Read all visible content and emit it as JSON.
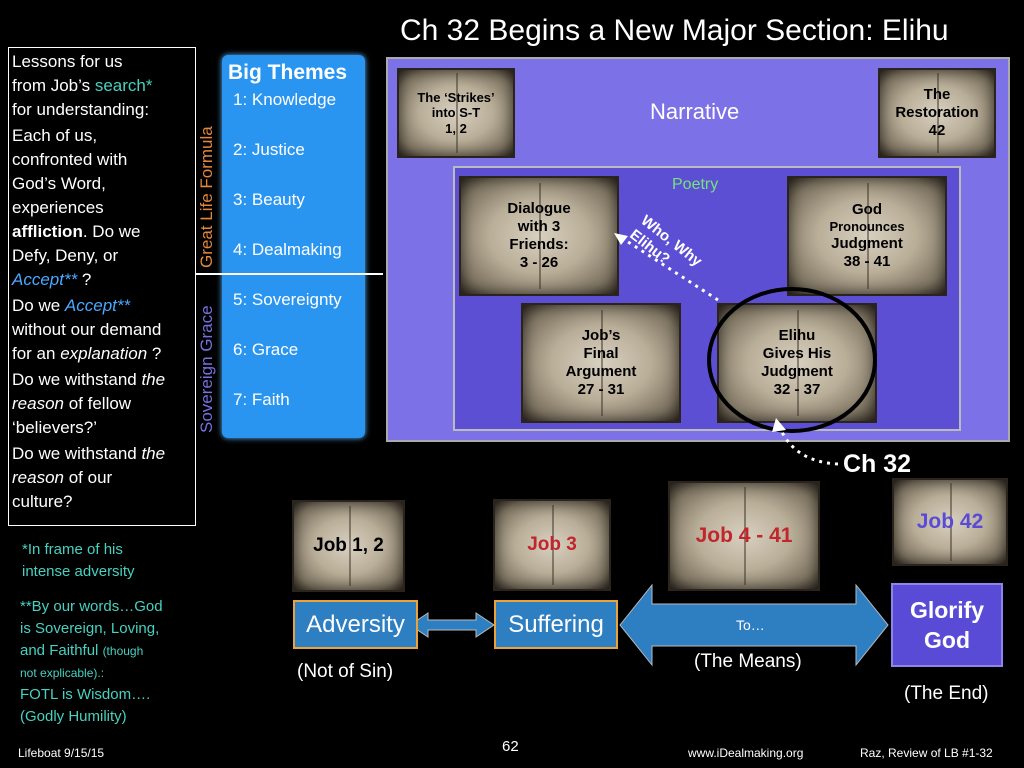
{
  "title": "Ch 32 Begins a New Major Section:  Elihu",
  "lessons": {
    "l1": "Lessons for us",
    "l2a": "from Job’s ",
    "l2b": "search*",
    "l3": "for understanding:",
    "l4": "Each of us,",
    "l5": "confronted with",
    "l6": "God’s Word,",
    "l7": "experiences",
    "l8a": "affliction",
    "l8b": ".  Do we",
    "l9": "Defy, Deny, or",
    "l10a": "Accept**",
    "l10b": " ?",
    "l11a": "Do we ",
    "l11b": "Accept**",
    "l12": "without our demand",
    "l13a": "for an ",
    "l13b": "explanation",
    "l13c": " ?",
    "l14a": "Do we withstand ",
    "l14b": "the",
    "l15a": "reason",
    "l15b": " of fellow",
    "l16": "‘believers?’",
    "l17a": "Do we withstand ",
    "l17b": "the",
    "l18a": "reason",
    "l18b": " of our",
    "l19": "culture?"
  },
  "notes": {
    "n1a": "*In frame of his",
    "n1b": "intense adversity",
    "n2a": "**By our words…God",
    "n2b": "is Sovereign, Loving,",
    "n2c": "and Faithful ",
    "n2d": "(though",
    "n2e": "not explicable).:",
    "n2f": "FOTL is Wisdom….",
    "n2g": "(Godly Humility)"
  },
  "vertical": {
    "great_life": "Great Life Formula",
    "sovereign_grace": "Sovereign Grace"
  },
  "themes": {
    "title": "Big Themes",
    "items": [
      "1: Knowledge",
      "2: Justice",
      "3: Beauty",
      "4: Dealmaking",
      "5: Sovereignty",
      "6: Grace",
      "7: Faith"
    ]
  },
  "narrative": {
    "label": "Narrative",
    "poetry": "Poetry",
    "books": {
      "strikes": [
        "The ‘Strikes’",
        "into S-T",
        "1, 2"
      ],
      "restoration": [
        "The",
        "Restoration",
        "42"
      ],
      "dialogue": [
        "Dialogue",
        "with 3",
        "Friends:",
        "3 - 26"
      ],
      "god": [
        "God",
        "Pronounces",
        "Judgment",
        "38 - 41"
      ],
      "final": [
        "Job’s",
        "Final",
        "Argument",
        "27 - 31"
      ],
      "elihu": [
        "Elihu",
        "Gives His",
        "Judgment",
        "32 - 37"
      ]
    },
    "who_why": [
      "Who, Why",
      "Elihu?"
    ]
  },
  "ch32": "Ch 32",
  "flow": {
    "job12": "Job 1, 2",
    "job3": "Job 3",
    "job441": "Job 4 - 41",
    "job42": "Job 42",
    "adversity": "Adversity",
    "suffering": "Suffering",
    "to": "To…",
    "glorify1": "Glorify",
    "glorify2": "God",
    "not_of_sin": "(Not of Sin)",
    "the_means": "(The Means)",
    "the_end": "(The End)"
  },
  "footer": {
    "left": "Lifeboat 9/15/15",
    "page": "62",
    "url": "www.iDealmaking.org",
    "right": "Raz, Review of LB #1-32"
  },
  "colors": {
    "narrative_bg": "#7c71e6",
    "poetry_bg": "#5d4fd3",
    "themes_bg": "#2a95f0",
    "flow_box": "#2e7ec2",
    "flow_border": "#e8a33a",
    "glorify_bg": "#5a4bd6",
    "teal_text": "#47d1c0",
    "red_text": "#c0262c",
    "purple_text": "#5a4bd6"
  }
}
